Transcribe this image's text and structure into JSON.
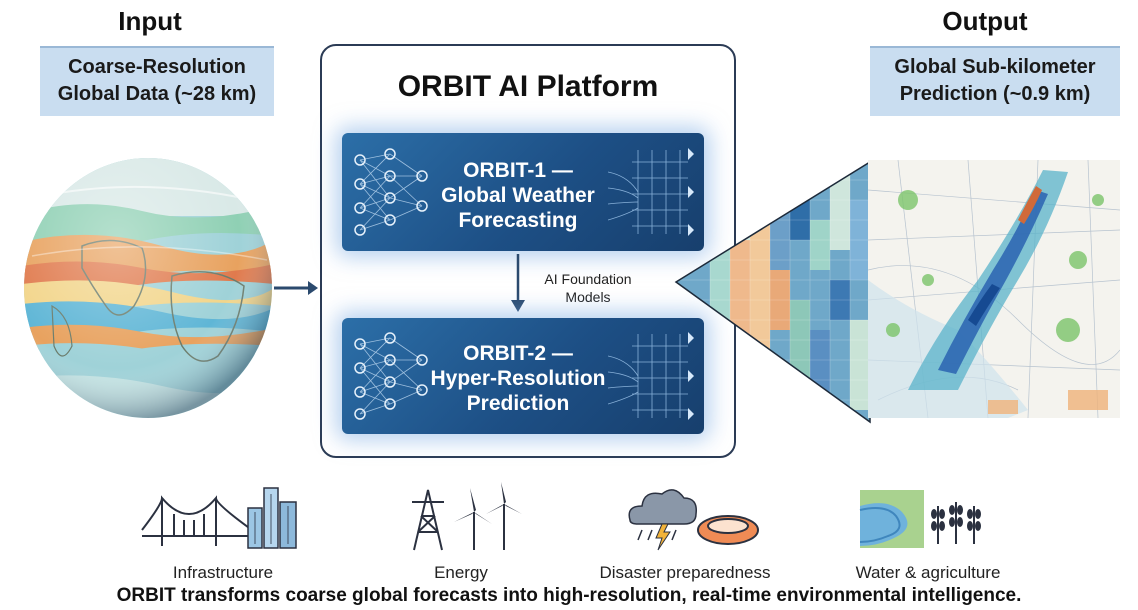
{
  "input": {
    "heading": "Input",
    "label_line1": "Coarse-Resolution",
    "label_line2": "Global Data (~28 km)"
  },
  "platform": {
    "title": "ORBIT AI Platform",
    "model1": {
      "line1": "ORBIT-1 —",
      "line2": "Global Weather",
      "line3": "Forecasting"
    },
    "connector": {
      "line1": "AI Foundation",
      "line2": "Models"
    },
    "model2": {
      "line1": "ORBIT-2 —",
      "line2": "Hyper-Resolution",
      "line3": "Prediction"
    }
  },
  "output": {
    "heading": "Output",
    "label_line1": "Global Sub-kilometer",
    "label_line2": "Prediction (~0.9 km)"
  },
  "applications": [
    {
      "label": "Infrastructure",
      "icon": "city-bridge-icon"
    },
    {
      "label": "Energy",
      "icon": "power-tower-wind-turbine-icon"
    },
    {
      "label": "Disaster preparedness",
      "icon": "storm-cloud-raft-icon"
    },
    {
      "label": "Water & agriculture",
      "icon": "river-crops-icon"
    }
  ],
  "footer": "ORBIT transforms coarse global forecasts into high-resolution, real-time environmental intelligence.",
  "colors": {
    "label_box": "#c9ddf0",
    "model_blue": "#1d4f85",
    "arrow": "#2b4a6e"
  }
}
